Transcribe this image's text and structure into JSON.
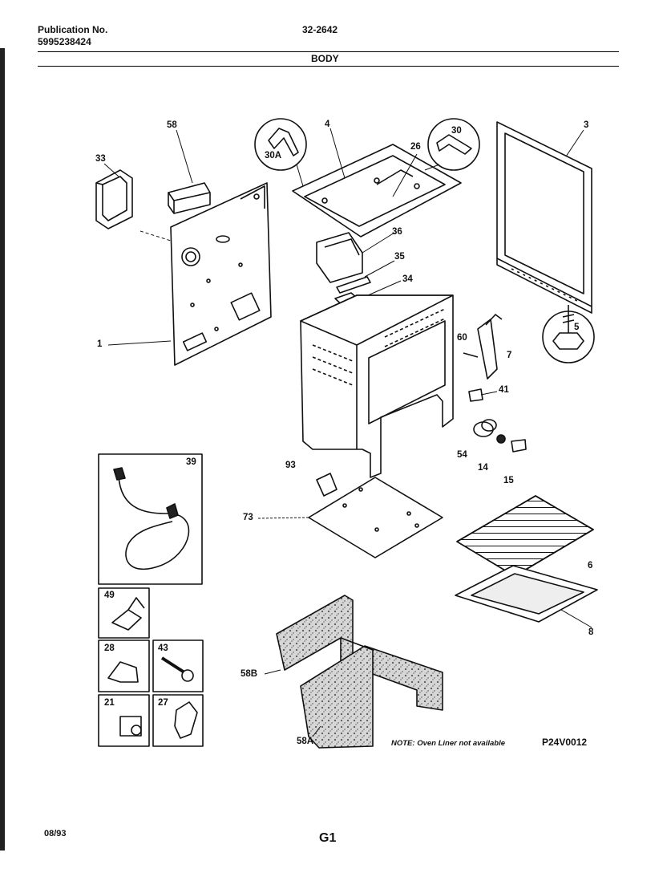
{
  "header": {
    "publication_label": "Publication No.",
    "publication_number": "5995238424",
    "model": "32-2642",
    "section_title": "BODY"
  },
  "callouts": {
    "c58": "58",
    "c33": "33",
    "c30A": "30A",
    "c4": "4",
    "c26": "26",
    "c30": "30",
    "c3": "3",
    "c36": "36",
    "c35": "35",
    "c34": "34",
    "c5": "5",
    "c1": "1",
    "c60": "60",
    "c7": "7",
    "c41": "41",
    "c54": "54",
    "c14": "14",
    "c15": "15",
    "c39": "39",
    "c93": "93",
    "c73": "73",
    "c6": "6",
    "c8": "8",
    "c49": "49",
    "c28": "28",
    "c43": "43",
    "c21": "21",
    "c27": "27",
    "c58B": "58B",
    "c58A": "58A"
  },
  "note": "NOTE: Oven Liner not available",
  "diagram_code": "P24V0012",
  "footer": {
    "date": "08/93",
    "page": "G1"
  },
  "colors": {
    "ink": "#111111",
    "paper": "#ffffff",
    "insulation": "#9a9a9a"
  }
}
